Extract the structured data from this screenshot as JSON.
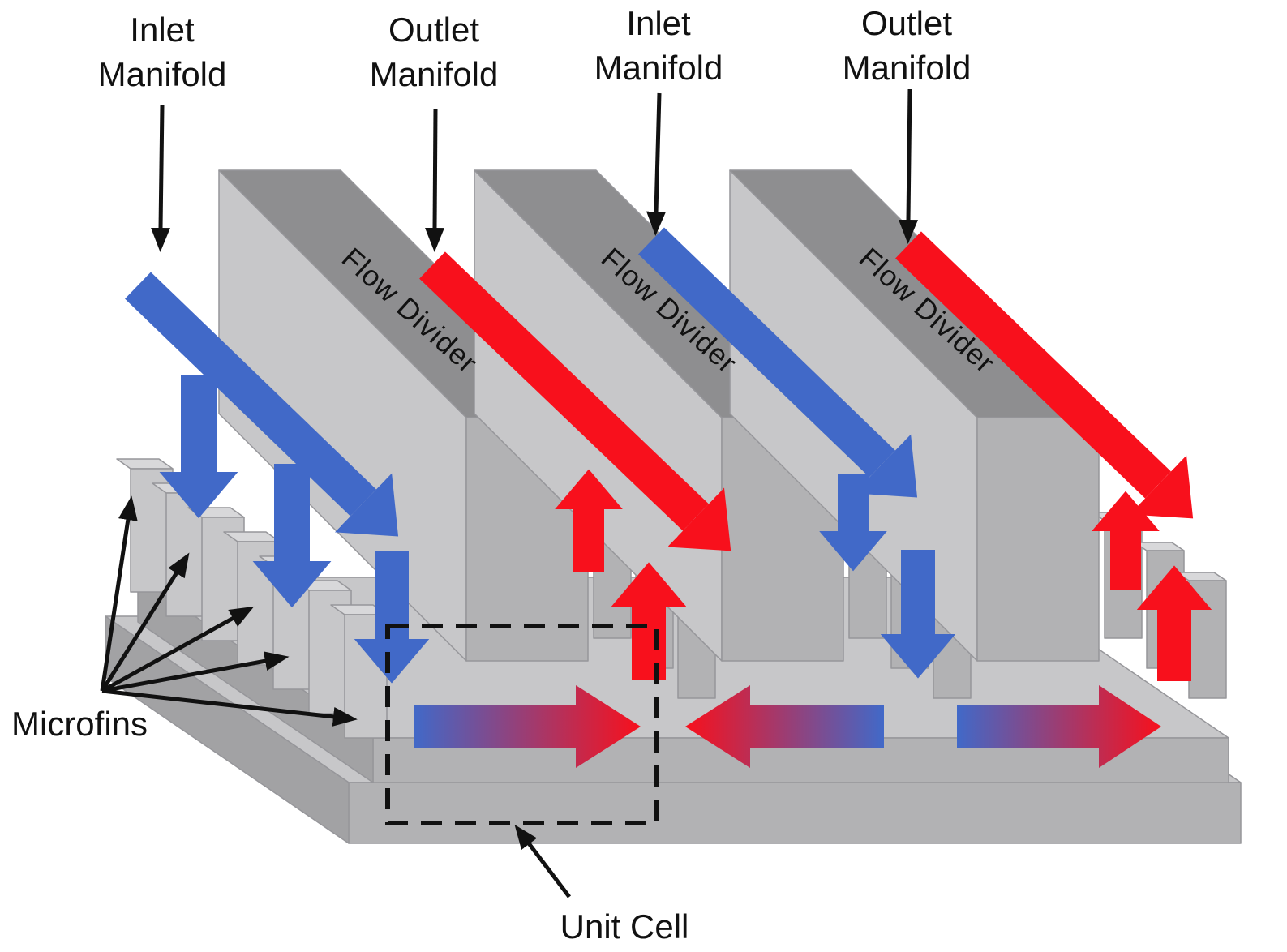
{
  "colors": {
    "inlet_flow": "#4169c8",
    "outlet_flow": "#f8101c",
    "ink": "#111111",
    "block_light": "#c7c7c9",
    "block_mid": "#b2b2b4",
    "block_dark": "#8e8e90",
    "block_top_light": "#d8d8da",
    "background": "#ffffff"
  },
  "labels": {
    "inlet_manifold_1": "Inlet Manifold",
    "outlet_manifold_1": "Outlet Manifold",
    "inlet_manifold_2": "Inlet Manifold",
    "outlet_manifold_2": "Outlet Manifold",
    "flow_divider_1": "Flow Divider",
    "flow_divider_2": "Flow Divider",
    "flow_divider_3": "Flow Divider",
    "microfins": "Microfins",
    "unit_cell": "Unit Cell"
  }
}
